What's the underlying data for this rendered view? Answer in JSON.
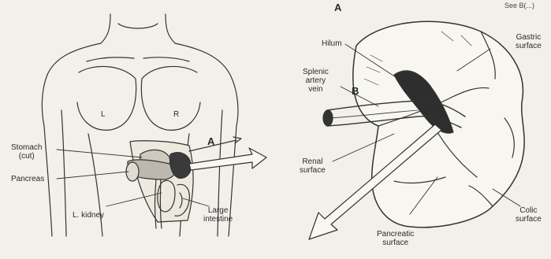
{
  "figure": {
    "panel_left": {
      "labels": {
        "stomach": "Stomach\n(cut)",
        "pancreas": "Pancreas",
        "kidney": "L. kidney",
        "large_intestine": "Large\nintestine",
        "view_a": "A",
        "left_side": "L",
        "right_side": "R"
      }
    },
    "panel_right": {
      "labels": {
        "panel_letter": "A",
        "corner_note": "See B(...)",
        "hilum": "Hilum",
        "splenic_artery": "Splenic\nartery\nvein",
        "b_marker": "B",
        "gastric_surface": "Gastric\nsurface",
        "renal_surface": "Renal\nsurface",
        "pancreatic_surface": "Pancreatic\nsurface",
        "colic_surface": "Colic\nsurface"
      }
    }
  }
}
